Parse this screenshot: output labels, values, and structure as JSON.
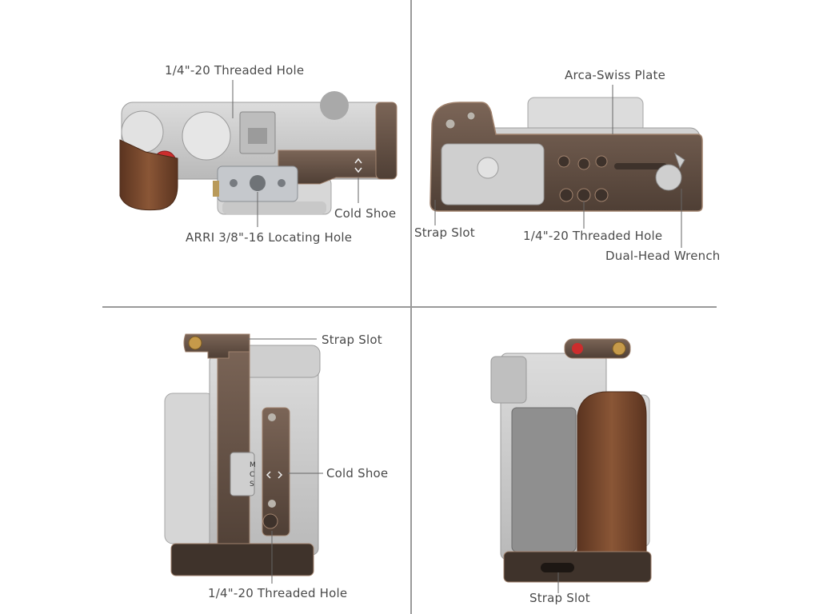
{
  "callouts": {
    "top_left": {
      "threaded_hole": "1/4\"-20 Threaded Hole",
      "cold_shoe": "Cold Shoe",
      "arri_hole": "ARRI 3/8\"-16 Locating Hole"
    },
    "top_right": {
      "arca_plate": "Arca-Swiss Plate",
      "strap_slot": "Strap Slot",
      "threaded_hole": "1/4\"-20 Threaded Hole",
      "wrench": "Dual-Head Wrench"
    },
    "bottom_left": {
      "strap_slot": "Strap Slot",
      "cold_shoe": "Cold Shoe",
      "threaded_hole": "1/4\"-20 Threaded Hole"
    },
    "bottom_right": {
      "strap_slot": "Strap Slot"
    }
  },
  "colors": {
    "cage": "#6a5547",
    "cage_edge": "#a0826d",
    "camera": "#cfcfcf",
    "wood": "#7a4a2e",
    "accent_red": "#cc2d2d"
  }
}
